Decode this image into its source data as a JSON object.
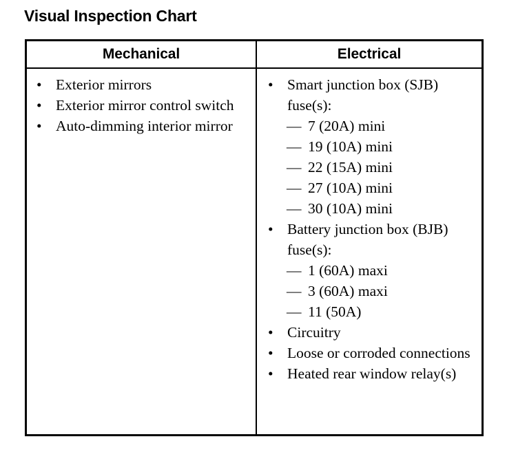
{
  "title": "Visual Inspection Chart",
  "table": {
    "columns": [
      {
        "header": "Mechanical"
      },
      {
        "header": "Electrical"
      }
    ],
    "mechanical": {
      "items": [
        {
          "bullet": "•",
          "text": "Exterior mirrors"
        },
        {
          "bullet": "•",
          "text": "Exterior mirror control switch"
        },
        {
          "bullet": "•",
          "text": "Auto-dimming interior mirror"
        }
      ]
    },
    "electrical": {
      "items": [
        {
          "bullet": "•",
          "text": "Smart junction box (SJB) fuse(s):"
        },
        {
          "dash": "—",
          "text": "7 (20A) mini"
        },
        {
          "dash": "—",
          "text": "19 (10A) mini"
        },
        {
          "dash": "—",
          "text": "22 (15A) mini"
        },
        {
          "dash": "—",
          "text": "27 (10A) mini"
        },
        {
          "dash": "—",
          "text": "30 (10A) mini"
        },
        {
          "bullet": "•",
          "text": "Battery junction box (BJB) fuse(s):"
        },
        {
          "dash": "—",
          "text": "1 (60A) maxi"
        },
        {
          "dash": "—",
          "text": "3 (60A) maxi"
        },
        {
          "dash": "—",
          "text": "11 (50A)"
        },
        {
          "bullet": "•",
          "text": "Circuitry"
        },
        {
          "bullet": "•",
          "text": "Loose or corroded connections"
        },
        {
          "bullet": "•",
          "text": "Heated rear window relay(s)"
        }
      ]
    }
  },
  "colors": {
    "ink": "#000000",
    "paper": "#ffffff"
  }
}
